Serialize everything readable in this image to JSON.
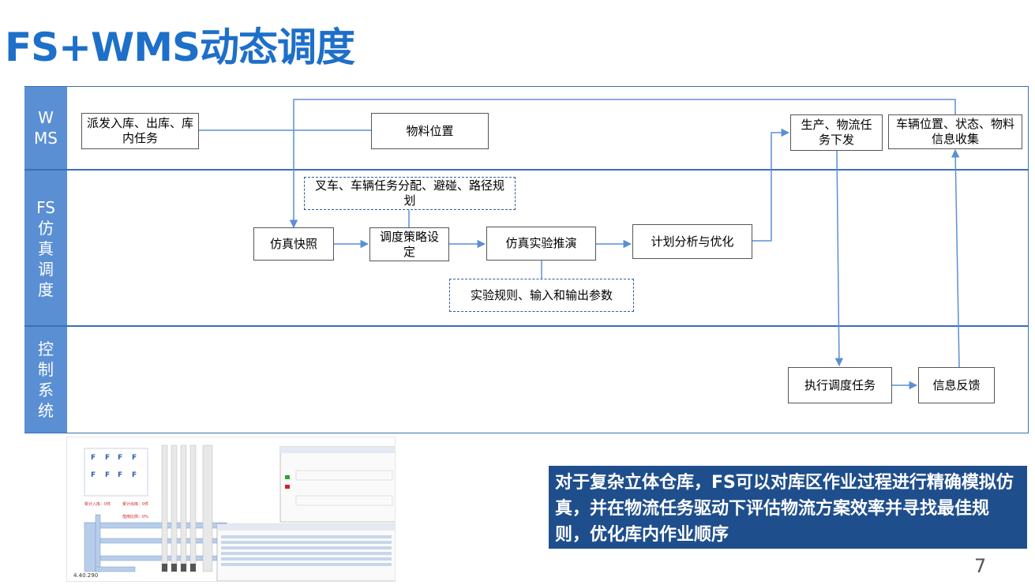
{
  "title": "FS+WMS动态调度",
  "lanes": {
    "wms": "W MS",
    "fs": "FS 仿 真 调 度",
    "control": "控 制 系 统"
  },
  "nodes": {
    "dispatch": "派发入库、出库、库内任务",
    "material_position": "物料位置",
    "production_task": "生产、物流任务下发",
    "vehicle_collect": "车辆位置、状态、物料信息收集",
    "forklift_note": "叉车、车辆任务分配、避碰、路径规划",
    "snapshot": "仿真快照",
    "strategy": "调度策略设定",
    "experiment": "仿真实验推演",
    "plan": "计划分析与优化",
    "rules_note": "实验规则、输入和输出参数",
    "execute": "执行调度任务",
    "feedback": "信息反馈"
  },
  "callout": "对于复杂立体仓库，FS可以对库区作业过程进行精确模拟仿真，并在物流任务驱动下评估物流方案效率并寻找最佳规则，优化库内作业顺序",
  "screenshot": {
    "inbound_label": "累计入库：0件",
    "outbound_label": "累计出库：0件",
    "rate_label": "借用比例：0%",
    "counter": "4.40.290"
  },
  "page_number": "7",
  "colors": {
    "title": "#1e6fc9",
    "lane_label_bg": "#5b8fd4",
    "lane_border": "#3a6fb5",
    "arrow": "#5b8fd4",
    "callout_bg": "#1f4e8c"
  }
}
